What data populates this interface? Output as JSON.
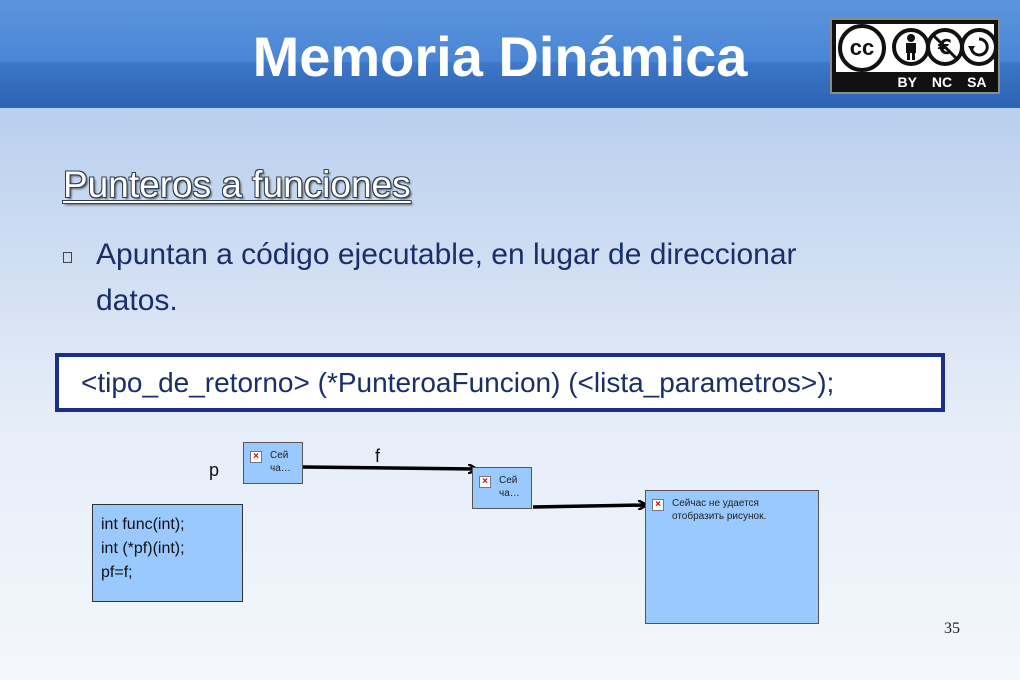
{
  "slide": {
    "title": "Memoria Dinámica",
    "section_heading": "Punteros a funciones",
    "bullet": "Apuntan a código ejecutable, en lugar de direccionar datos.",
    "syntax": "<tipo_de_retorno> (*PunteroaFuncion) (<lista_parametros>);",
    "page_number": "35"
  },
  "license_badge": {
    "symbols": [
      "cc-icon",
      "person-icon",
      "no-dollar-icon",
      "share-alike-icon"
    ],
    "top_symbol_text": "cc",
    "labels": [
      "BY",
      "NC",
      "SA"
    ]
  },
  "diagram": {
    "label_p": "p",
    "label_f": "f",
    "small_image_1_text": "Сей ча…",
    "small_image_2_text": "Сей ча…",
    "large_image_text": "Сейчас не удается отобразить рисунок.",
    "code_lines": [
      "int func(int);",
      "int (*pf)(int);",
      "pf=f;"
    ]
  },
  "colors": {
    "header": "#4a86d6",
    "heading_text": "#ffffff",
    "body_text": "#1a2f6a",
    "syntax_border": "#1b2e8c",
    "diagram_fill": "#99c9ff"
  }
}
